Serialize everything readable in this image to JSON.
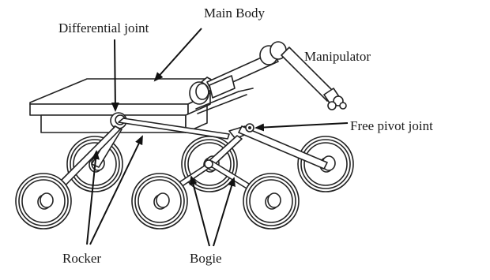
{
  "labels": {
    "main_body": "Main Body",
    "differential_joint": "Differential joint",
    "manipulator": "Manipulator",
    "free_pivot_joint": "Free pivot joint",
    "rocker": "Rocker",
    "bogie": "Bogie"
  }
}
